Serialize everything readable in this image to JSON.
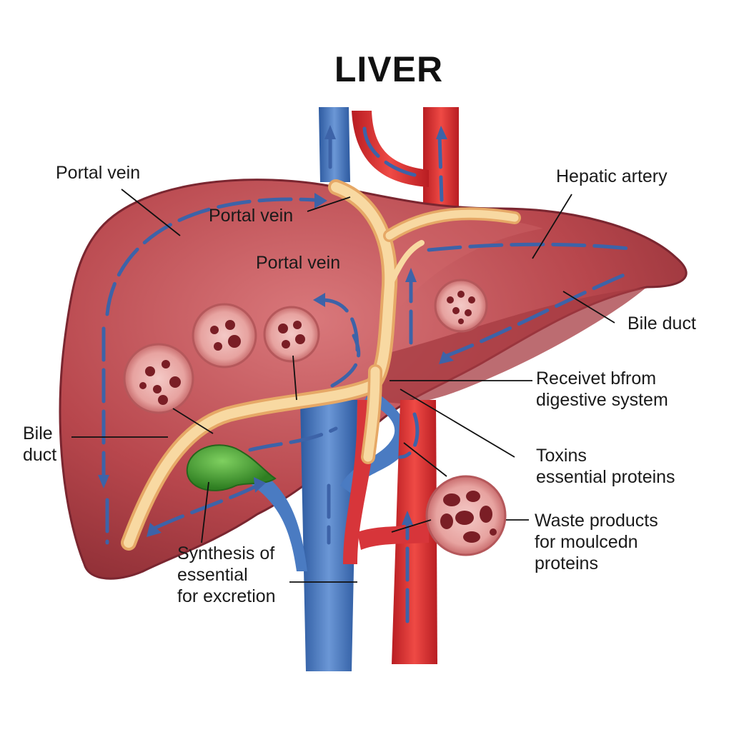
{
  "title": "LIVER",
  "labels": {
    "portal_vein_1": "Portal vein",
    "portal_vein_2": "Portal vein",
    "portal_vein_3": "Portal vein",
    "hepatic_artery": "Hepatic artery",
    "bile_duct_right": "Bile duct",
    "bile_duct_left_1": "Bile",
    "bile_duct_left_2": "duct",
    "receive_1": "Receivet bfrom",
    "receive_2": "digestive system",
    "toxins_1": "Toxins",
    "toxins_2": "essential proteins",
    "waste_1": "Waste products",
    "waste_2": "for moulcedn",
    "waste_3": "proteins",
    "synthesis_1": "Synthesis of",
    "synthesis_2": "essential",
    "synthesis_3": "for excretion"
  },
  "colors": {
    "liver": "#b8474d",
    "liver_dark": "#8f2f36",
    "vein": "#3f6fb5",
    "artery": "#d7282c",
    "bile_duct": "#f6cf90",
    "gallbladder": "#3a9a2c",
    "flow_arrow": "#3d63a8"
  }
}
